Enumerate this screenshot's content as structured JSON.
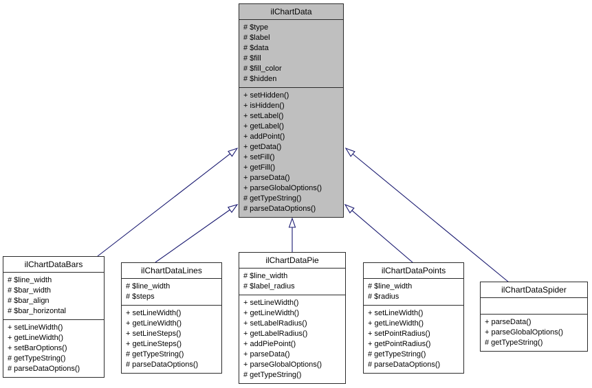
{
  "diagram": {
    "kind": "uml-class-inheritance",
    "edge_color": "#191970",
    "highlight_fill": "#bfbfbf",
    "classes": [
      {
        "name": "ilChartData",
        "attributes": [
          "# $type",
          "# $label",
          "# $data",
          "# $fill",
          "# $fill_color",
          "# $hidden"
        ],
        "methods": [
          "+ setHidden()",
          "+ isHidden()",
          "+ setLabel()",
          "+ getLabel()",
          "+ addPoint()",
          "+ getData()",
          "+ setFill()",
          "+ getFill()",
          "+ parseData()",
          "+ parseGlobalOptions()",
          "# getTypeString()",
          "# parseDataOptions()"
        ]
      },
      {
        "name": "ilChartDataBars",
        "attributes": [
          "# $line_width",
          "# $bar_width",
          "# $bar_align",
          "# $bar_horizontal"
        ],
        "methods": [
          "+ setLineWidth()",
          "+ getLineWidth()",
          "+ setBarOptions()",
          "# getTypeString()",
          "# parseDataOptions()"
        ]
      },
      {
        "name": "ilChartDataLines",
        "attributes": [
          "# $line_width",
          "# $steps"
        ],
        "methods": [
          "+ setLineWidth()",
          "+ getLineWidth()",
          "+ setLineSteps()",
          "+ getLineSteps()",
          "# getTypeString()",
          "# parseDataOptions()"
        ]
      },
      {
        "name": "ilChartDataPie",
        "attributes": [
          "# $line_width",
          "# $label_radius"
        ],
        "methods": [
          "+ setLineWidth()",
          "+ getLineWidth()",
          "+ setLabelRadius()",
          "+ getLabelRadius()",
          "+ addPiePoint()",
          "+ parseData()",
          "+ parseGlobalOptions()",
          "# getTypeString()"
        ]
      },
      {
        "name": "ilChartDataPoints",
        "attributes": [
          "# $line_width",
          "# $radius"
        ],
        "methods": [
          "+ setLineWidth()",
          "+ getLineWidth()",
          "+ setPointRadius()",
          "+ getPointRadius()",
          "# getTypeString()",
          "# parseDataOptions()"
        ]
      },
      {
        "name": "ilChartDataSpider",
        "attributes": [],
        "methods": [
          "+ parseData()",
          "+ parseGlobalOptions()",
          "# getTypeString()"
        ]
      }
    ],
    "relations": [
      {
        "from": "ilChartDataBars",
        "to": "ilChartData",
        "type": "inheritance"
      },
      {
        "from": "ilChartDataLines",
        "to": "ilChartData",
        "type": "inheritance"
      },
      {
        "from": "ilChartDataPie",
        "to": "ilChartData",
        "type": "inheritance"
      },
      {
        "from": "ilChartDataPoints",
        "to": "ilChartData",
        "type": "inheritance"
      },
      {
        "from": "ilChartDataSpider",
        "to": "ilChartData",
        "type": "inheritance"
      }
    ]
  }
}
